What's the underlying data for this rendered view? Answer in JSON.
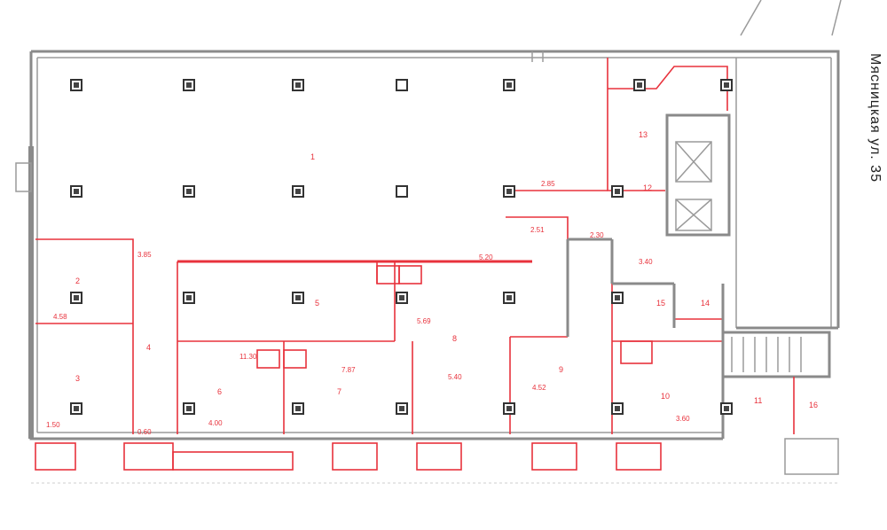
{
  "street_label": "Мясницкая ул. 35",
  "room_labels": [
    {
      "id": "r1",
      "text": "1"
    },
    {
      "id": "r2",
      "text": "2"
    },
    {
      "id": "r3",
      "text": "3"
    },
    {
      "id": "r4",
      "text": "4"
    },
    {
      "id": "r5",
      "text": "5"
    },
    {
      "id": "r6",
      "text": "6"
    },
    {
      "id": "r7",
      "text": "7"
    },
    {
      "id": "r8",
      "text": "8"
    },
    {
      "id": "r9",
      "text": "9"
    },
    {
      "id": "r10",
      "text": "10"
    },
    {
      "id": "r11",
      "text": "11"
    },
    {
      "id": "r12",
      "text": "12"
    },
    {
      "id": "r13",
      "text": "13"
    },
    {
      "id": "r14",
      "text": "14"
    },
    {
      "id": "r15",
      "text": "15"
    },
    {
      "id": "r16",
      "text": "16"
    }
  ],
  "dimension_labels": [
    {
      "id": "d1",
      "text": "11.30"
    },
    {
      "id": "d2",
      "text": "3.85"
    },
    {
      "id": "d3",
      "text": "5.69"
    },
    {
      "id": "d4",
      "text": "4.00"
    },
    {
      "id": "d5",
      "text": "5.40"
    },
    {
      "id": "d6",
      "text": "7.87"
    },
    {
      "id": "d7",
      "text": "4.52"
    },
    {
      "id": "d8",
      "text": "3.60"
    },
    {
      "id": "d9",
      "text": "4.58"
    },
    {
      "id": "d10",
      "text": "5.20"
    },
    {
      "id": "d11",
      "text": "2.85"
    },
    {
      "id": "d12",
      "text": "3.40"
    },
    {
      "id": "d13",
      "text": "2.30"
    },
    {
      "id": "d14",
      "text": "2.51"
    },
    {
      "id": "d15",
      "text": "1.50"
    },
    {
      "id": "d16",
      "text": "0.60"
    }
  ],
  "colors": {
    "wall": "#8a8a8a",
    "redline": "#e8323c",
    "column": "#333333"
  }
}
